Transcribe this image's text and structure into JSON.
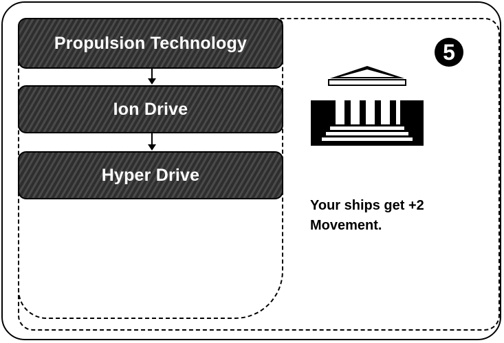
{
  "card": {
    "tech_chain": [
      {
        "label": "Propulsion Technology"
      },
      {
        "label": "Ion Drive"
      },
      {
        "label": "Hyper Drive"
      }
    ],
    "cost_badge": "5",
    "icon": "temple-icon",
    "ability_text": "Your ships get +2 Movement."
  },
  "colors": {
    "tech_box_fill": "#3b3b3b",
    "tech_text": "#ffffff",
    "border": "#000000",
    "background": "#ffffff"
  }
}
